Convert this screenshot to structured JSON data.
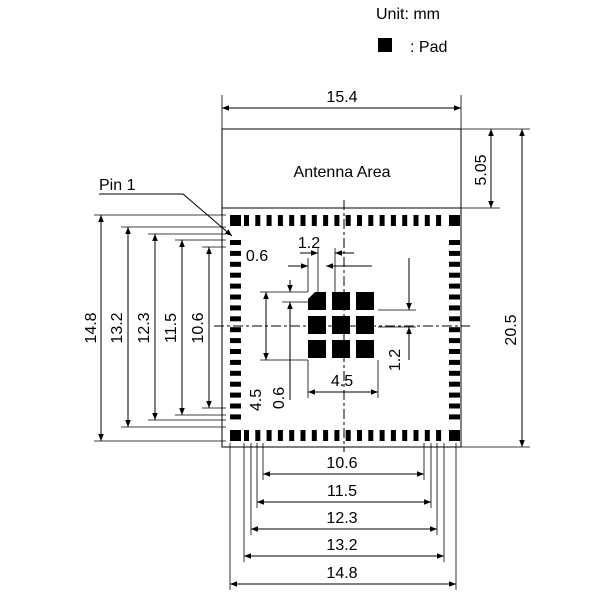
{
  "legend": {
    "unit": "Unit: mm",
    "pad_label": ": Pad"
  },
  "labels": {
    "antenna": "Antenna Area",
    "pin1": "Pin 1"
  },
  "dims": {
    "top_width": "15.4",
    "antenna_height": "5.05",
    "total_height": "20.5",
    "left_148": "14.8",
    "left_132": "13.2",
    "left_123": "12.3",
    "left_115": "11.5",
    "left_106": "10.6",
    "bottom_106": "10.6",
    "bottom_115": "11.5",
    "bottom_123": "12.3",
    "bottom_132": "13.2",
    "bottom_148": "14.8",
    "inner_pitch_h": "1.2",
    "inner_pad_h": "0.6",
    "inner_span_h": "4.5",
    "inner_pitch_v": "1.2",
    "inner_span_v": "4.5",
    "inner_pad_v": "0.6"
  }
}
